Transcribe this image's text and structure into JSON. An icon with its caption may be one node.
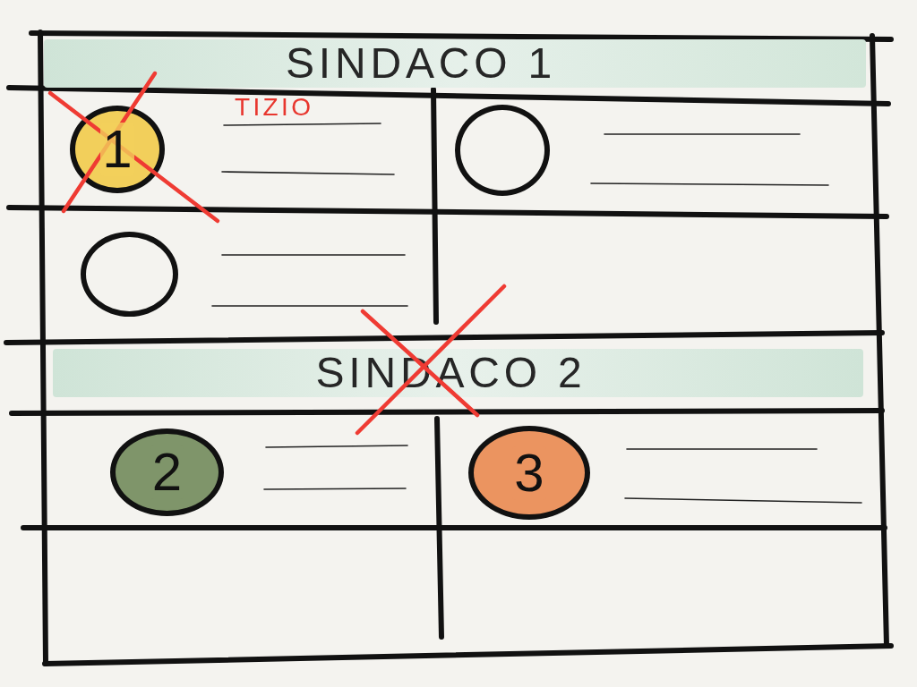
{
  "diagram": {
    "nodes": [
      {
        "text": [
          "SINDACO 1"
        ]
      },
      {
        "text": [
          "1"
        ]
      },
      {
        "text": [],
        "shape": "circle"
      },
      {
        "text": [],
        "shape": "circle"
      },
      {
        "text": [
          "SINDACO 2"
        ]
      },
      {
        "text": [
          "2"
        ]
      },
      {
        "text": [
          "3"
        ]
      }
    ],
    "labels": [
      "TIZIO"
    ]
  }
}
